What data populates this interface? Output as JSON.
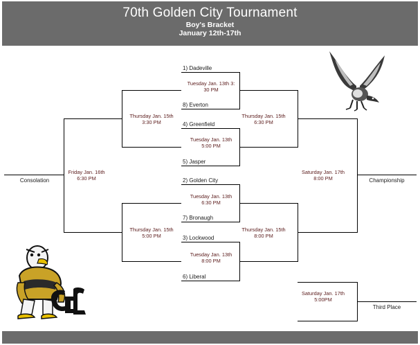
{
  "header": {
    "title": "70th Golden City Tournament",
    "subtitle": "Boy's Bracket",
    "dates": "January 12th-17th"
  },
  "teams": {
    "t1": "1) Dadeville",
    "t8": "8) Everton",
    "t4": "4) Greenfield",
    "t5": "5) Jasper",
    "t2": "2) Golden City",
    "t7": "7) Bronaugh",
    "t3": "3) Lockwood",
    "t6": "6) Liberal"
  },
  "games": {
    "g1": [
      "Tuesday Jan. 13th  3:",
      "30 PM"
    ],
    "g2": [
      "Tuesday Jan. 13th",
      "5:00 PM"
    ],
    "g3": [
      "Tuesday Jan. 13th",
      "6:30 PM"
    ],
    "g4": [
      "Tuesday Jan. 13th",
      "8:00 PM"
    ],
    "sf_left_top": [
      "Thursday  Jan. 15th",
      "3:30 PM"
    ],
    "sf_left_bottom": [
      "Thursday  Jan. 15th",
      "5:00 PM"
    ],
    "sf_right_top": [
      "Thursday  Jan. 15th",
      "6:30 PM"
    ],
    "sf_right_bottom": [
      "Thursday  Jan. 15th",
      "8:00 PM"
    ],
    "consolation_game": [
      "Friday Jan. 16th",
      "6:30 PM"
    ],
    "championship_game": [
      "Saturday Jan. 17th",
      "8:00 PM"
    ],
    "third_place_game": [
      "Saturday Jan. 17th",
      "5:00PM"
    ]
  },
  "outcomes": {
    "consolation": "Consolation",
    "championship": "Championship",
    "third_place": "Third Place"
  },
  "icons": {
    "eagle_logo": "eagle-logo",
    "mascot": "eagle-mascot-gc"
  },
  "colors": {
    "banner": "#6b6b6b",
    "label_text": "#5a1a1a",
    "gold": "#c9a227"
  }
}
